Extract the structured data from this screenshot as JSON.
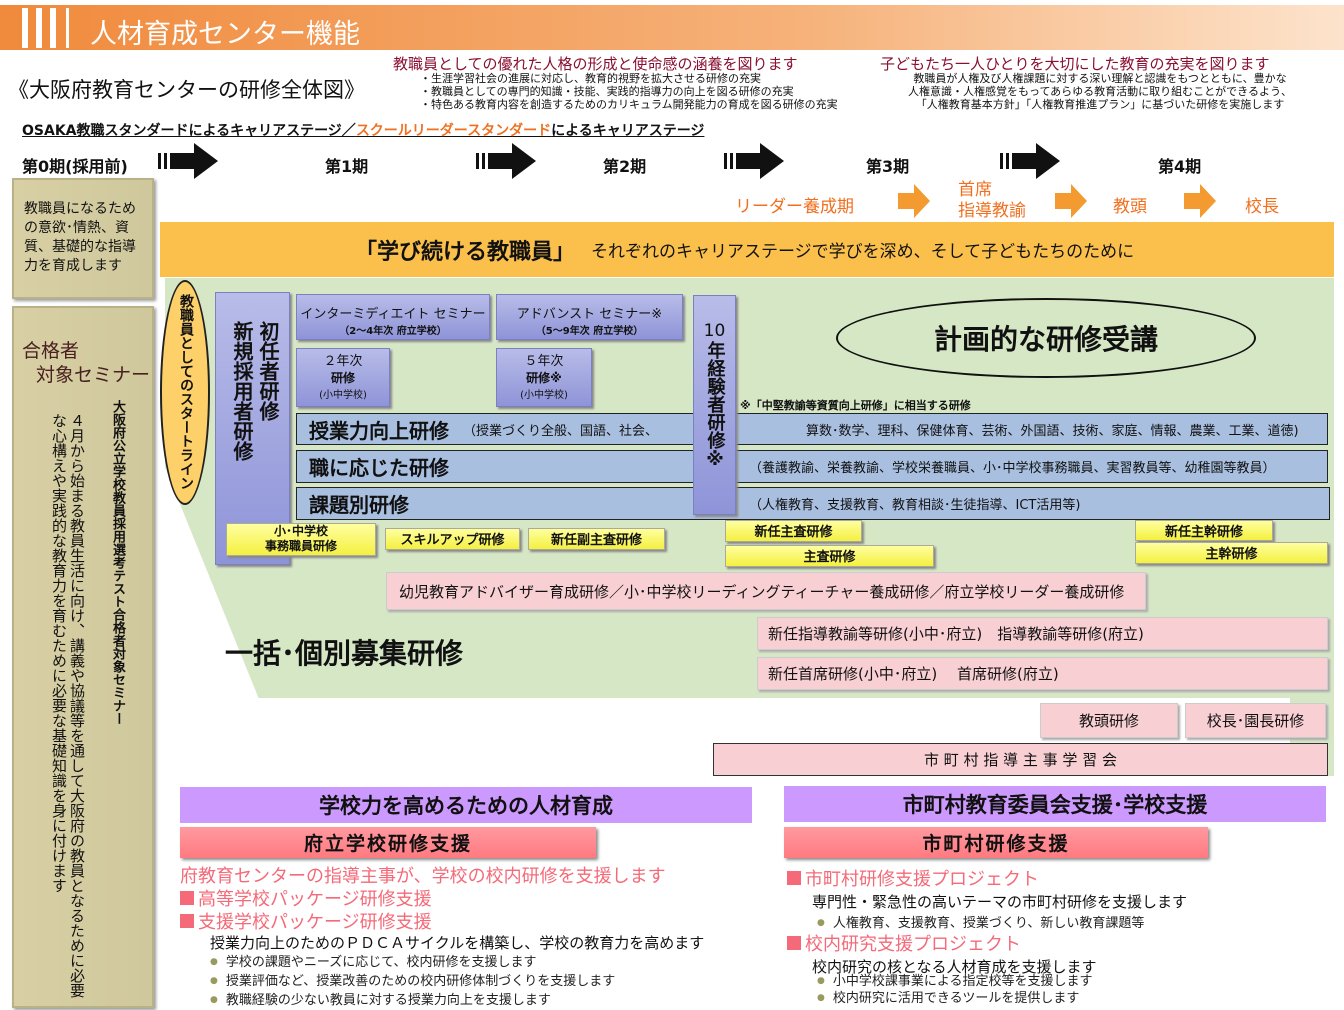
{
  "header": {
    "title": "人材育成センター機能",
    "subtitle": "《大阪府教育センターの研修全体図》"
  },
  "goals": {
    "left_title": "教職員としての優れた人格の形成と使命感の涵養を図ります",
    "left_items": [
      "・生涯学習社会の進展に対応し、教育的視野を拡大させる研修の充実",
      "・教職員としての専門的知識・技能、実践的指導力の向上を図る研修の充実",
      "・特色ある教育内容を創造するためのカリキュラム開発能力の育成を図る研修の充実"
    ],
    "right_title": "子どもたち一人ひとりを大切にした教育の充実を図ります",
    "right_lines": [
      "教職員が人権及び人権課題に対する深い理解と認識をもつとともに、豊かな",
      "人権意識・人権感覚をもってあらゆる教育活動に取り組むことができるよう、",
      "「人権教育基本方針」「人権教育推進プラン」に基づいた研修を実施します"
    ]
  },
  "career": {
    "part1": "OSAKA教職スタンダードによるキャリアステージ／",
    "part2": "スクールリーダースタンダード",
    "part3": "によるキャリアステージ"
  },
  "stages": [
    "第0期(採用前)",
    "第1期",
    "第2期",
    "第3期",
    "第4期"
  ],
  "leader_path": [
    "リーダー養成期",
    "首席\n指導教諭",
    "教頭",
    "校長"
  ],
  "left_box1": "教職員になるための意欲･情熱、資質、基礎的な指導力を育成します",
  "left_box2": {
    "title1": "合格者",
    "title2": "対象セミナー",
    "vertical_title": "大阪府公立学校教員採用選考テスト合格者対象セミナー",
    "vertical_body": "４月から始まる教員生活に向け、講義や協議等を通して大阪府の教員となるために必要な心構えや実践的な教育力を育むために必要な基礎知識を身に付けます"
  },
  "banner": {
    "main": "「学び続ける教職員」",
    "sub": "それぞれのキャリアステージで学びを深め、そして子どもたちのために"
  },
  "start_line": "教職員としてのスタートライン",
  "shoninsha": {
    "a": "初任者研修",
    "b": "新規採用者研修"
  },
  "intermediate": {
    "title": "インターミディエイト セミナー",
    "sub": "（2～4年次 府立学校）"
  },
  "advanced": {
    "title": "アドバンスト セミナー※",
    "sub": "（5～9年次 府立学校）"
  },
  "year2": {
    "a": "２年次",
    "b": "研修",
    "c": "(小中学校)"
  },
  "year5": {
    "a": "５年次",
    "b": "研修※",
    "c": "(小中学校)"
  },
  "year10": {
    "num": "10",
    "text": "年経験者研修※"
  },
  "planned": "計画的な研修受講",
  "note": "※「中堅教諭等資質向上研修」に相当する研修",
  "rows": [
    {
      "title": "授業力向上研修",
      "detail1": "（授業づくり全般、国語、社会、",
      "detail2": "算数･数学、理科、保健体育、芸術、外国語、技術、家庭、情報、農業、工業、道徳)"
    },
    {
      "title": "職に応じた研修",
      "detail2": "（養護教諭、栄養教諭、学校栄養職員、小･中学校事務職員、実習教員等、幼稚園等教員）"
    },
    {
      "title": "課題別研修",
      "detail2": "（人権教育、支援教育、教育相談･生徒指導、ICT活用等)"
    }
  ],
  "yellow": [
    "小･中学校\n事務職員研修",
    "スキルアップ研修",
    "新任副主査研修",
    "新任主査研修",
    "主査研修",
    "新任主幹研修",
    "主幹研修"
  ],
  "leader_training": "幼児教育アドバイザー育成研修／小･中学校リーディングティーチャー養成研修／府立学校リーダー養成研修",
  "bulk": "一括･個別募集研修",
  "pink_rows": [
    "新任指導教諭等研修(小中･府立)　指導教諭等研修(府立)",
    "新任首席研修(小中･府立)　 首席研修(府立)"
  ],
  "kyoto": "教頭研修",
  "kocho": "校長･園長研修",
  "shichoson_meeting": "市 町 村 指 導 主 事 学 習 会",
  "left_support": {
    "header": "学校力を高めるための人材育成",
    "button": "府立学校研修支援",
    "lead": "府教育センターの指導主事が、学校の校内研修を支援します",
    "h1": "高等学校パッケージ研修支援",
    "h2": "支援学校パッケージ研修支援",
    "desc": "授業力向上のためのＰＤＣＡサイクルを構築し、学校の教育力を高めます",
    "bullets": [
      "学校の課題やニーズに応じて、校内研修を支援します",
      "授業評価など、授業改善のための校内研修体制づくりを支援します",
      "教職経験の少ない教員に対する授業力向上を支援します"
    ]
  },
  "right_support": {
    "header": "市町村教育委員会支援･学校支援",
    "button": "市町村研修支援",
    "h1": "市町村研修支援プロジェクト",
    "desc1": "専門性・緊急性の高いテーマの市町村研修を支援します",
    "bullets1": [
      "人権教育、支援教育、授業づくり、新しい教育課題等"
    ],
    "h2": "校内研究支援プロジェクト",
    "desc2": "校内研究の核となる人材育成を支援します",
    "bullets2": [
      "小中学校課事業による指定校等を支援します",
      "校内研究に活用できるツールを提供します"
    ]
  },
  "colors": {
    "orange": "#f08a3c",
    "banner": "#fbc04c",
    "green": "#d6e7c6",
    "purple": "#cc99ff",
    "pinkred": "#f46a78"
  }
}
